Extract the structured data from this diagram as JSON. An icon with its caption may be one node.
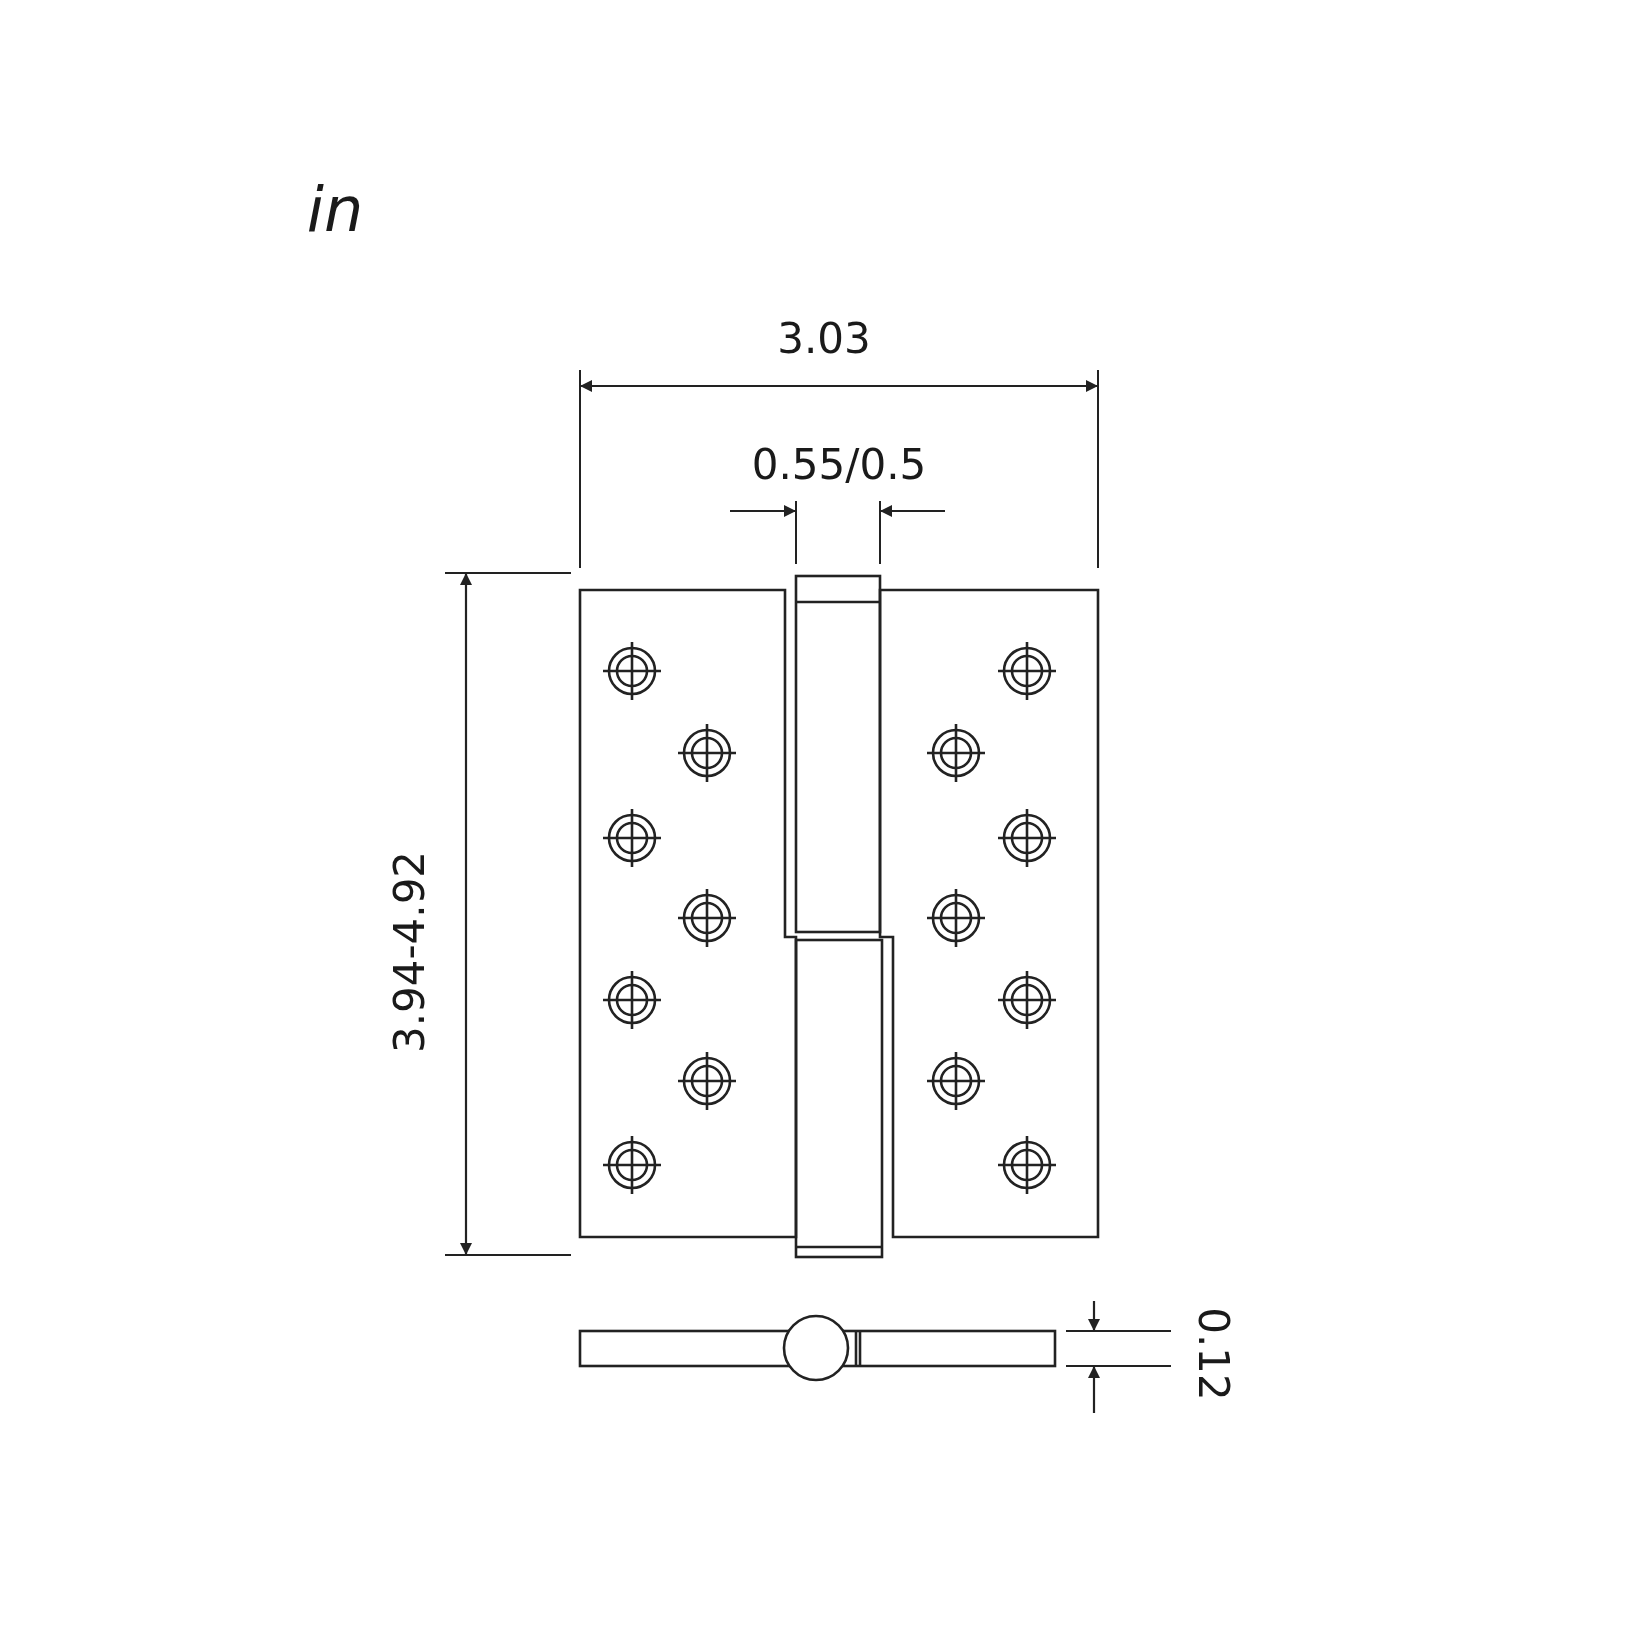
{
  "diagram": {
    "labels": [
      "in",
      "3.03",
      "0.55/0.5",
      "3.94-4.92",
      "0.12"
    ]
  }
}
